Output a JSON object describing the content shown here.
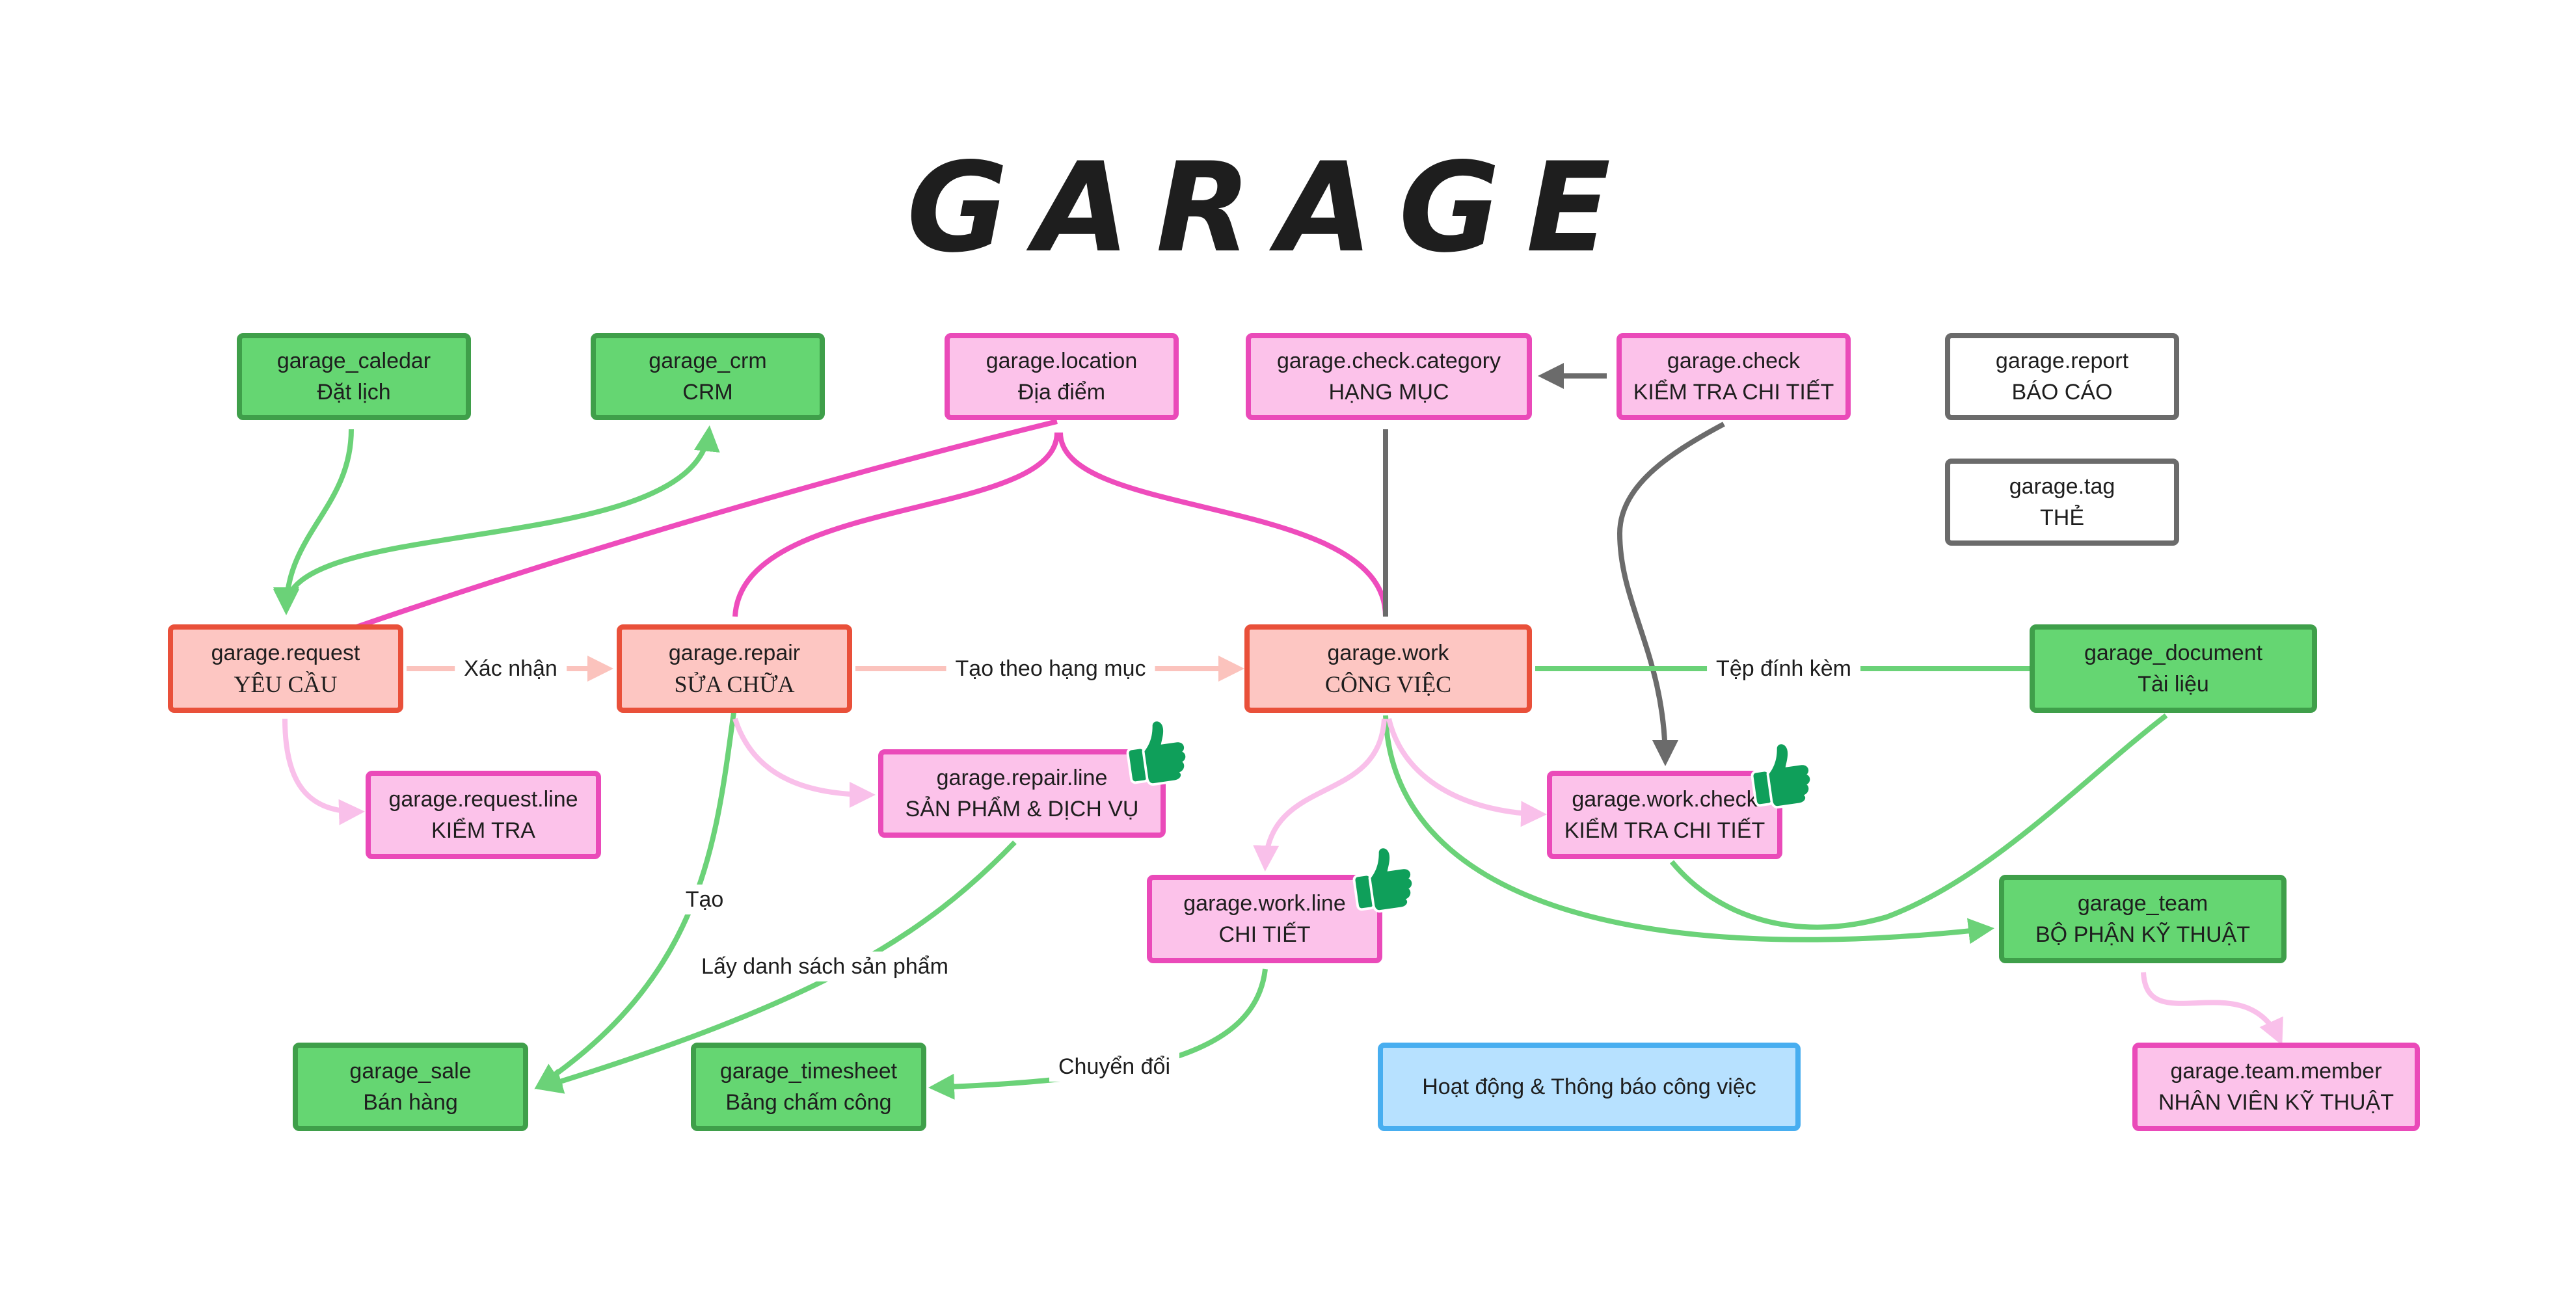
{
  "title": "GARAGE",
  "colors": {
    "green_fill": "#65d672",
    "green_border": "#3f9f4a",
    "pink_fill": "#fcc2ea",
    "pink_border": "#ea4ab9",
    "red_fill": "#fdc6c2",
    "red_border": "#e9503a",
    "blue_fill": "#b7e1ff",
    "blue_border": "#48aef0",
    "grey_border": "#6b6b6b",
    "edge_green": "#6bd278",
    "edge_pink": "#ee4cbc",
    "edge_lightpink": "#f9c0ea",
    "edge_salmon": "#fbc3bd",
    "edge_grey": "#6b6b6b"
  },
  "nodes": {
    "calendar": {
      "line1": "garage_caledar",
      "line2": "Đặt lịch"
    },
    "crm": {
      "line1": "garage_crm",
      "line2": "CRM"
    },
    "location": {
      "line1": "garage.location",
      "line2": "Địa điểm"
    },
    "checkcategory": {
      "line1": "garage.check.category",
      "line2": "HẠNG MỤC"
    },
    "check": {
      "line1": "garage.check",
      "line2": "KIỂM TRA CHI TIẾT"
    },
    "report": {
      "line1": "garage.report",
      "line2": "BÁO CÁO"
    },
    "tag": {
      "line1": "garage.tag",
      "line2": "THẺ"
    },
    "request": {
      "line1": "garage.request",
      "line2": "YÊU CẦU"
    },
    "repair": {
      "line1": "garage.repair",
      "line2": "SỬA CHỮA"
    },
    "work": {
      "line1": "garage.work",
      "line2": "CÔNG VIỆC"
    },
    "document": {
      "line1": "garage_document",
      "line2": "Tài liệu"
    },
    "requestline": {
      "line1": "garage.request.line",
      "line2": "KIỂM TRA"
    },
    "repairline": {
      "line1": "garage.repair.line",
      "line2": "SẢN PHẨM & DỊCH VỤ"
    },
    "workcheck": {
      "line1": "garage.work.check",
      "line2": "KIỂM TRA CHI TIẾT"
    },
    "workline": {
      "line1": "garage.work.line",
      "line2": "CHI TIẾT"
    },
    "team": {
      "line1": "garage_team",
      "line2": "BỘ PHẬN KỸ THUẬT"
    },
    "sale": {
      "line1": "garage_sale",
      "line2": "Bán hàng"
    },
    "timesheet": {
      "line1": "garage_timesheet",
      "line2": "Bảng chấm công"
    },
    "activity": {
      "line1": "Hoạt động & Thông báo công việc"
    },
    "teammember": {
      "line1": "garage.team.member",
      "line2": "NHÂN VIÊN KỸ THUẬT"
    }
  },
  "edge_labels": {
    "confirm": "Xác nhận",
    "create_by_category": "Tạo theo hạng mục",
    "attachment": "Tệp đính kèm",
    "create": "Tạo",
    "get_product_list": "Lấy danh sách sản phẩm",
    "convert": "Chuyển đổi"
  },
  "icons": {
    "thumbs": [
      "thumbs-up-icon",
      "thumbs-up-icon",
      "thumbs-up-icon"
    ]
  }
}
